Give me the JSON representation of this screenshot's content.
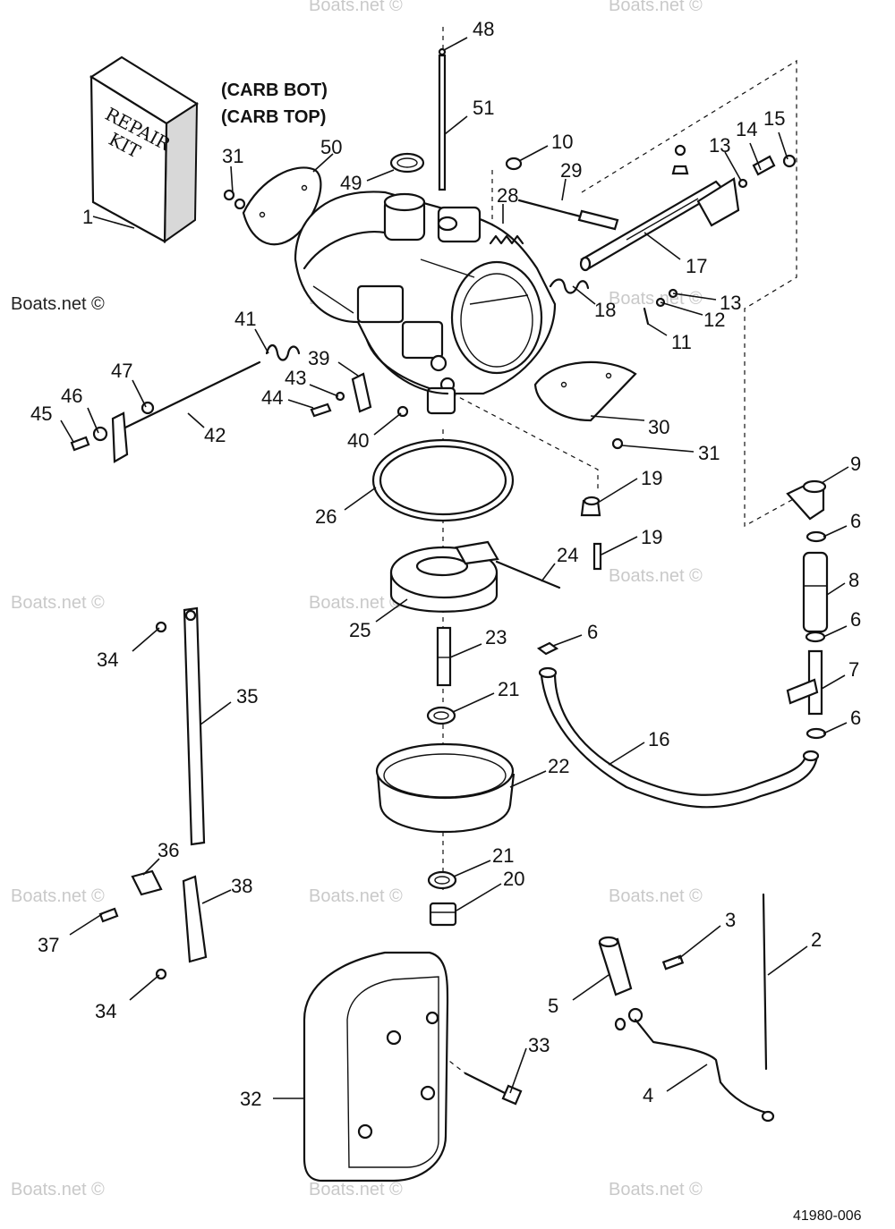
{
  "header": {
    "line1": "(CARB BOT)",
    "line2": "(CARB TOP)"
  },
  "repair_kit": {
    "line1": "REPAIR",
    "line2": "KIT"
  },
  "watermark": {
    "text": "Boats.net ©"
  },
  "reference_number": "41980-006",
  "callouts": [
    {
      "id": "c48",
      "label": "48"
    },
    {
      "id": "c51",
      "label": "51"
    },
    {
      "id": "c10",
      "label": "10"
    },
    {
      "id": "c29",
      "label": "29"
    },
    {
      "id": "c28",
      "label": "28"
    },
    {
      "id": "c13a",
      "label": "13"
    },
    {
      "id": "c14",
      "label": "14"
    },
    {
      "id": "c15",
      "label": "15"
    },
    {
      "id": "c50",
      "label": "50"
    },
    {
      "id": "c49",
      "label": "49"
    },
    {
      "id": "c31a",
      "label": "31"
    },
    {
      "id": "c1",
      "label": "1"
    },
    {
      "id": "c17",
      "label": "17"
    },
    {
      "id": "c18",
      "label": "18"
    },
    {
      "id": "c13b",
      "label": "13"
    },
    {
      "id": "c12",
      "label": "12"
    },
    {
      "id": "c11",
      "label": "11"
    },
    {
      "id": "c41",
      "label": "41"
    },
    {
      "id": "c39",
      "label": "39"
    },
    {
      "id": "c47",
      "label": "47"
    },
    {
      "id": "c43",
      "label": "43"
    },
    {
      "id": "c44",
      "label": "44"
    },
    {
      "id": "c46",
      "label": "46"
    },
    {
      "id": "c45",
      "label": "45"
    },
    {
      "id": "c42",
      "label": "42"
    },
    {
      "id": "c40",
      "label": "40"
    },
    {
      "id": "c30",
      "label": "30"
    },
    {
      "id": "c31b",
      "label": "31"
    },
    {
      "id": "c9",
      "label": "9"
    },
    {
      "id": "c19a",
      "label": "19"
    },
    {
      "id": "c26",
      "label": "26"
    },
    {
      "id": "c6a",
      "label": "6"
    },
    {
      "id": "c19b",
      "label": "19"
    },
    {
      "id": "c24",
      "label": "24"
    },
    {
      "id": "c8",
      "label": "8"
    },
    {
      "id": "c25",
      "label": "25"
    },
    {
      "id": "c6b",
      "label": "6"
    },
    {
      "id": "c34a",
      "label": "34"
    },
    {
      "id": "c23",
      "label": "23"
    },
    {
      "id": "c6c",
      "label": "6"
    },
    {
      "id": "c7",
      "label": "7"
    },
    {
      "id": "c35",
      "label": "35"
    },
    {
      "id": "c21a",
      "label": "21"
    },
    {
      "id": "c6d",
      "label": "6"
    },
    {
      "id": "c16",
      "label": "16"
    },
    {
      "id": "c22",
      "label": "22"
    },
    {
      "id": "c36",
      "label": "36"
    },
    {
      "id": "c21b",
      "label": "21"
    },
    {
      "id": "c38",
      "label": "38"
    },
    {
      "id": "c20",
      "label": "20"
    },
    {
      "id": "c37",
      "label": "37"
    },
    {
      "id": "c3",
      "label": "3"
    },
    {
      "id": "c2",
      "label": "2"
    },
    {
      "id": "c34b",
      "label": "34"
    },
    {
      "id": "c5",
      "label": "5"
    },
    {
      "id": "c33",
      "label": "33"
    },
    {
      "id": "c32",
      "label": "32"
    },
    {
      "id": "c4",
      "label": "4"
    }
  ]
}
